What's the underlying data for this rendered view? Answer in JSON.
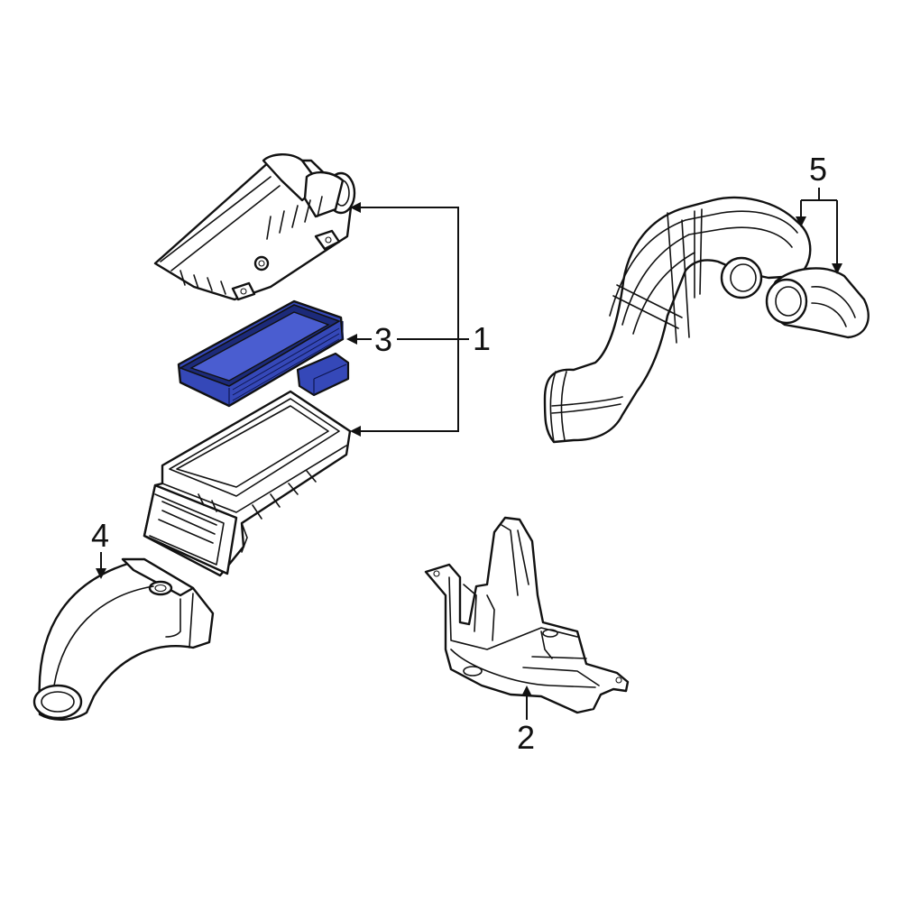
{
  "diagram": {
    "highlight_color": "#3548b8",
    "highlight_dark": "#1c2a7a",
    "callouts": [
      {
        "id": "1",
        "label": "1"
      },
      {
        "id": "2",
        "label": "2"
      },
      {
        "id": "3",
        "label": "3"
      },
      {
        "id": "4",
        "label": "4"
      },
      {
        "id": "5",
        "label": "5"
      }
    ]
  }
}
